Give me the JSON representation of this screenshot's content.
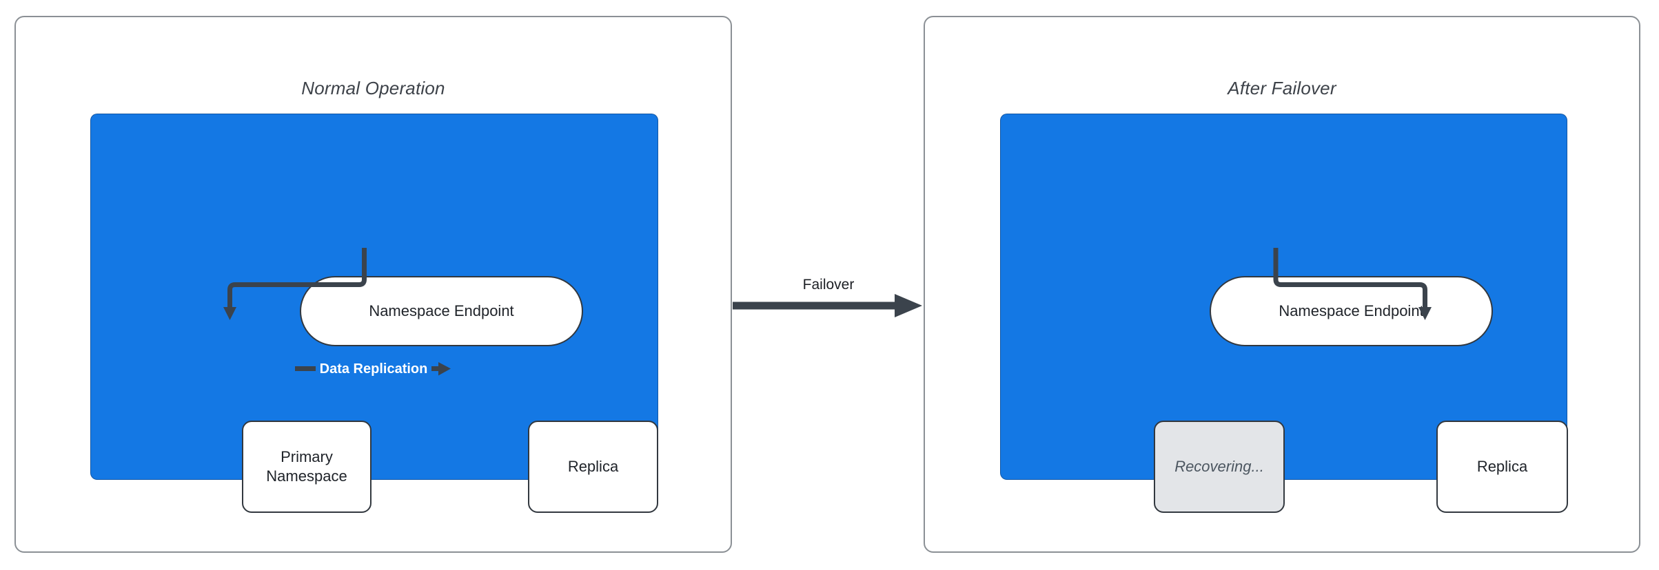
{
  "diagram_title_semantic": "namespace-failover-diagram",
  "left_panel": {
    "title": "Normal Operation",
    "endpoint_label": "Namespace Endpoint",
    "primary_label": "Primary Namespace",
    "primary_line1": "Primary",
    "primary_line2": "Namespace",
    "replica_label": "Replica",
    "replication_arrow_label": "Data Replication"
  },
  "failover_arrow_label": "Failover",
  "right_panel": {
    "title": "After Failover",
    "endpoint_label": "Namespace Endpoint",
    "recovering_label": "Recovering...",
    "replica_label": "Replica"
  },
  "colors": {
    "blue_fill": "#1478e4",
    "arrow_color": "#3b434c",
    "panel_border": "#8b9095",
    "node_border": "#32383f",
    "node_text": "#20242a",
    "title_color": "#3d4249",
    "recovering_fill": "#e3e5e8",
    "recovering_text": "#4c5660",
    "replication_label_color": "#ffffff",
    "failover_label_color": "#1c1f24",
    "page_bg": "#ffffff"
  }
}
